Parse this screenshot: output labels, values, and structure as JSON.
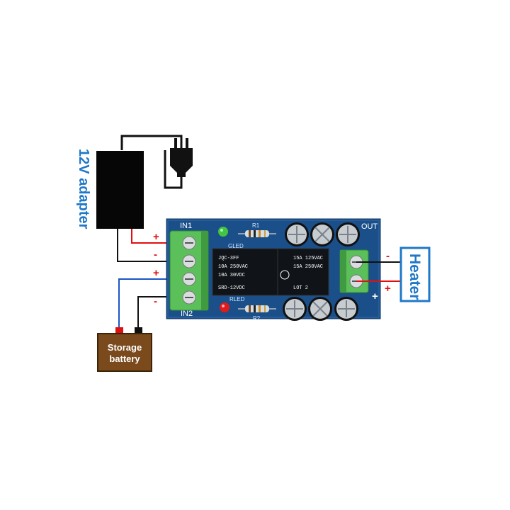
{
  "adapter": {
    "label": "12V adapter"
  },
  "heater": {
    "label": "Heater"
  },
  "battery": {
    "label_line1": "Storage",
    "label_line2": "battery"
  },
  "board": {
    "in1": "IN1",
    "in2": "IN2",
    "out": "OUT",
    "r1": "R1",
    "r2": "R2",
    "gled": "GLED",
    "rled": "RLED"
  },
  "polarity": {
    "in1_plus": "+",
    "in1_minus": "-",
    "in2_plus": "+",
    "in2_minus": "-",
    "out_minus": "-",
    "out_plus": "+"
  },
  "colors": {
    "pcb": "#1b4f8a",
    "terminal": "#5cc05a",
    "positive_wire": "#e01010",
    "negative_wire": "#1a1a1a",
    "battery_body": "#7a4a1c",
    "accent": "#1f78c8"
  }
}
